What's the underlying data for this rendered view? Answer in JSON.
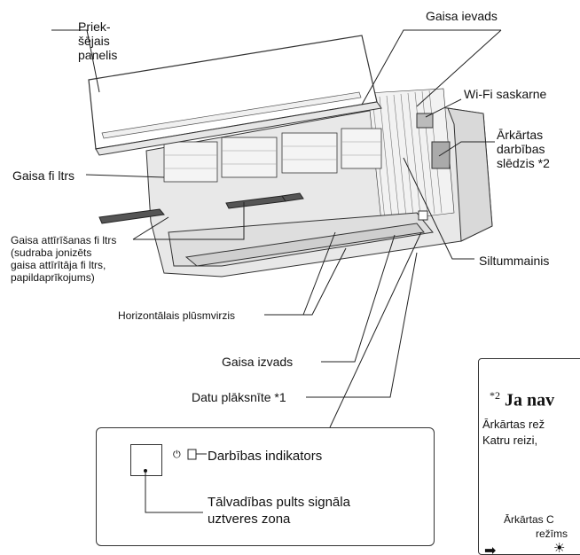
{
  "labels": {
    "front_panel": "Priek-\nšējais\npanelis",
    "air_inlet": "Gaisa ievads",
    "wifi": "Wi-Fi saskarne",
    "emergency_switch": "Ārkārtas\ndarbības\nslēdzis *2",
    "air_filter": "Gaisa fi ltrs",
    "purifying_filter": "Gaisa attīrīšanas fi ltrs\n(sudraba jonizēts\ngaisa attīrītāja fi ltrs,\npapildaprīkojums)",
    "heat_exchanger": "Siltummainis",
    "horizontal_louver": "Horizontālais plūsmvirzis",
    "air_outlet": "Gaisa izvads",
    "data_flap": "Datu plāksnīte *1"
  },
  "indicator_box": {
    "operation_indicator": "Darbības indikators",
    "receiver_zone": "Tālvadības pults signāla\nuztveres zona"
  },
  "note": {
    "mark": "*2",
    "title": "Ja nav",
    "line1": "Ārkārtas rež",
    "line2": "Katru reizi,",
    "small1": "Ārkārtas C",
    "small2": "režīms"
  }
}
